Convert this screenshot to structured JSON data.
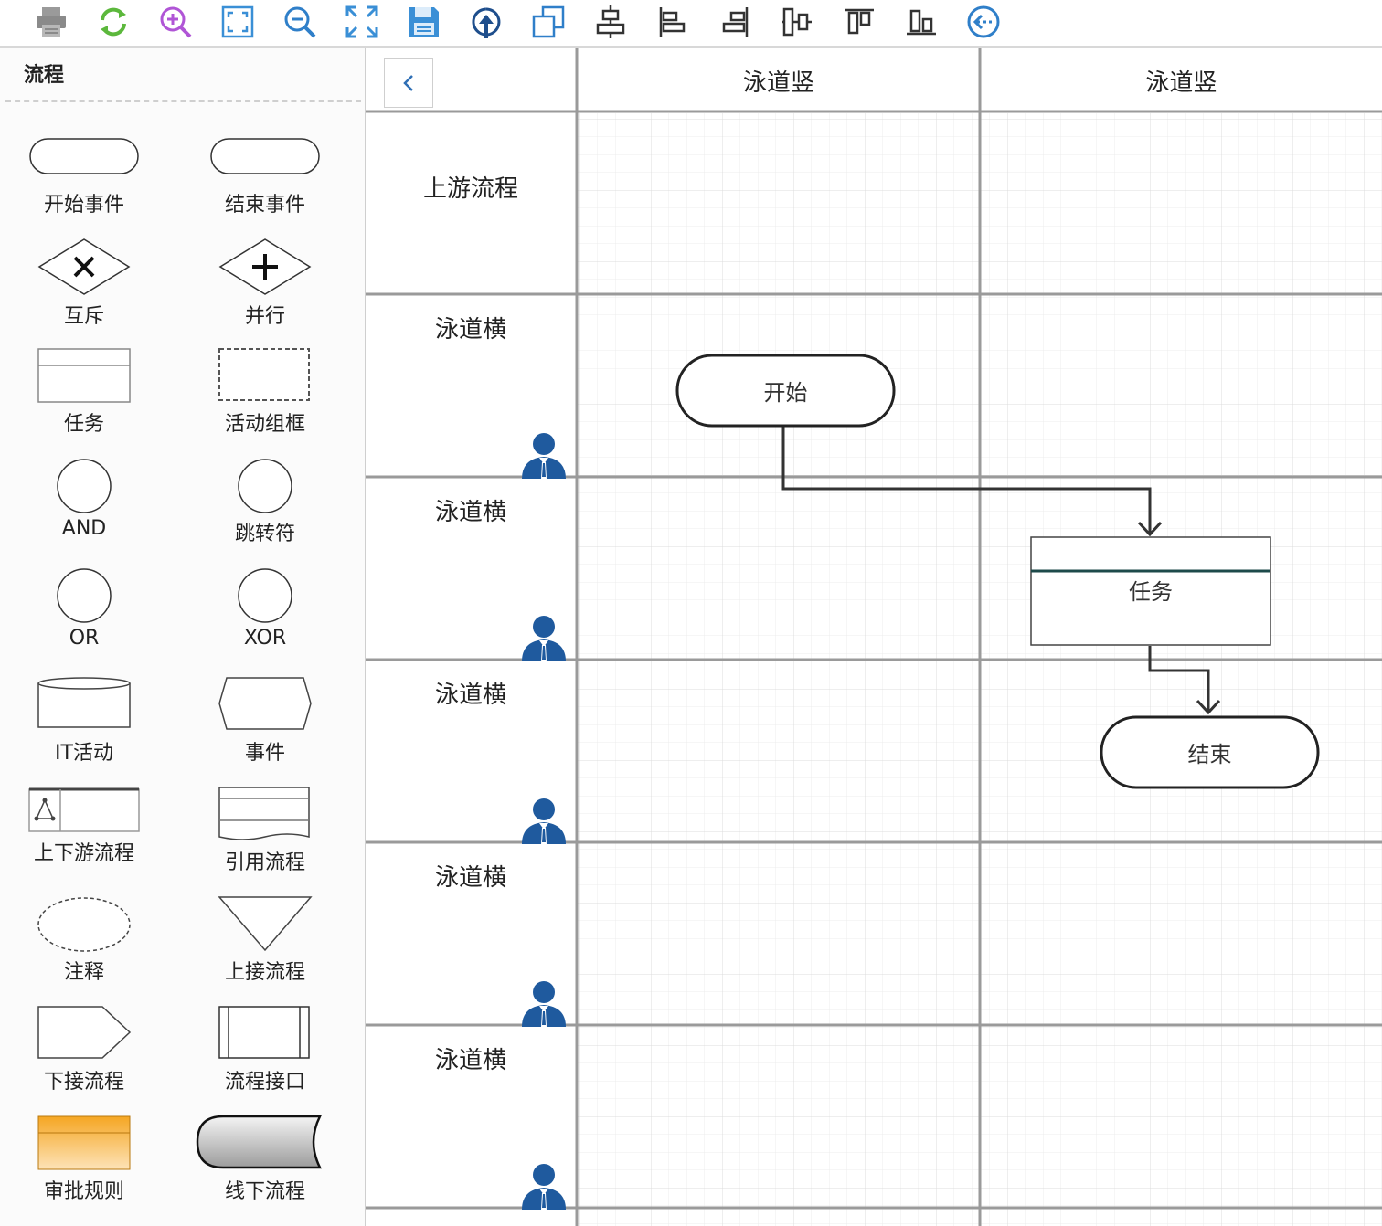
{
  "toolbar": {
    "buttons": [
      {
        "name": "print-icon",
        "color": "#8a8a8a"
      },
      {
        "name": "refresh-icon",
        "color": "#5cb83c"
      },
      {
        "name": "zoom-in-icon",
        "color": "#b055d6"
      },
      {
        "name": "fit-page-icon",
        "color": "#3a8fd6"
      },
      {
        "name": "zoom-out-icon",
        "color": "#2f7fc9"
      },
      {
        "name": "fullscreen-icon",
        "color": "#3a8fd6"
      },
      {
        "name": "save-icon",
        "color": "#3a8fd6"
      },
      {
        "name": "upload-icon",
        "color": "#1e4e8c"
      },
      {
        "name": "duplicate-icon",
        "color": "#2f7fc9"
      },
      {
        "name": "align-center-horizontal-icon",
        "color": "#333333"
      },
      {
        "name": "align-left-icon",
        "color": "#333333"
      },
      {
        "name": "align-right-icon",
        "color": "#333333"
      },
      {
        "name": "align-middle-vertical-icon",
        "color": "#333333"
      },
      {
        "name": "align-top-icon",
        "color": "#333333"
      },
      {
        "name": "align-bottom-icon",
        "color": "#333333"
      },
      {
        "name": "back-circle-icon",
        "color": "#2f7fc9"
      }
    ]
  },
  "sidebar": {
    "title": "流程",
    "shapes": [
      {
        "label": "开始事件",
        "shape": "rounded-rect"
      },
      {
        "label": "结束事件",
        "shape": "rounded-rect"
      },
      {
        "label": "互斥",
        "shape": "diamond-x"
      },
      {
        "label": "并行",
        "shape": "diamond-plus"
      },
      {
        "label": "任务",
        "shape": "task-rect"
      },
      {
        "label": "活动组框",
        "shape": "dashed-rect"
      },
      {
        "label": "AND",
        "shape": "circle"
      },
      {
        "label": "跳转符",
        "shape": "circle"
      },
      {
        "label": "OR",
        "shape": "circle"
      },
      {
        "label": "XOR",
        "shape": "circle"
      },
      {
        "label": "IT活动",
        "shape": "cylinder"
      },
      {
        "label": "事件",
        "shape": "hexagon"
      },
      {
        "label": "上下游流程",
        "shape": "process-link"
      },
      {
        "label": "引用流程",
        "shape": "reference-doc"
      },
      {
        "label": "注释",
        "shape": "dashed-ellipse"
      },
      {
        "label": "上接流程",
        "shape": "down-triangle"
      },
      {
        "label": "下接流程",
        "shape": "pentagon-arrow"
      },
      {
        "label": "流程接口",
        "shape": "interface-rect"
      },
      {
        "label": "审批规则",
        "shape": "orange-rect"
      },
      {
        "label": "线下流程",
        "shape": "gray-cylinder"
      }
    ]
  },
  "canvas": {
    "columns": [
      "泳道竖",
      "泳道竖"
    ],
    "rows": [
      "上游流程",
      "泳道横",
      "泳道横",
      "泳道横",
      "泳道横",
      "泳道横"
    ],
    "nodes": {
      "start": "开始",
      "task": "任务",
      "end": "结束"
    },
    "colors": {
      "lane_line": "#9a9a9a",
      "grid": "#e6e6e6",
      "person": "#1f5a9e",
      "task_bar": "#1d4a4a",
      "connector": "#333333"
    }
  }
}
